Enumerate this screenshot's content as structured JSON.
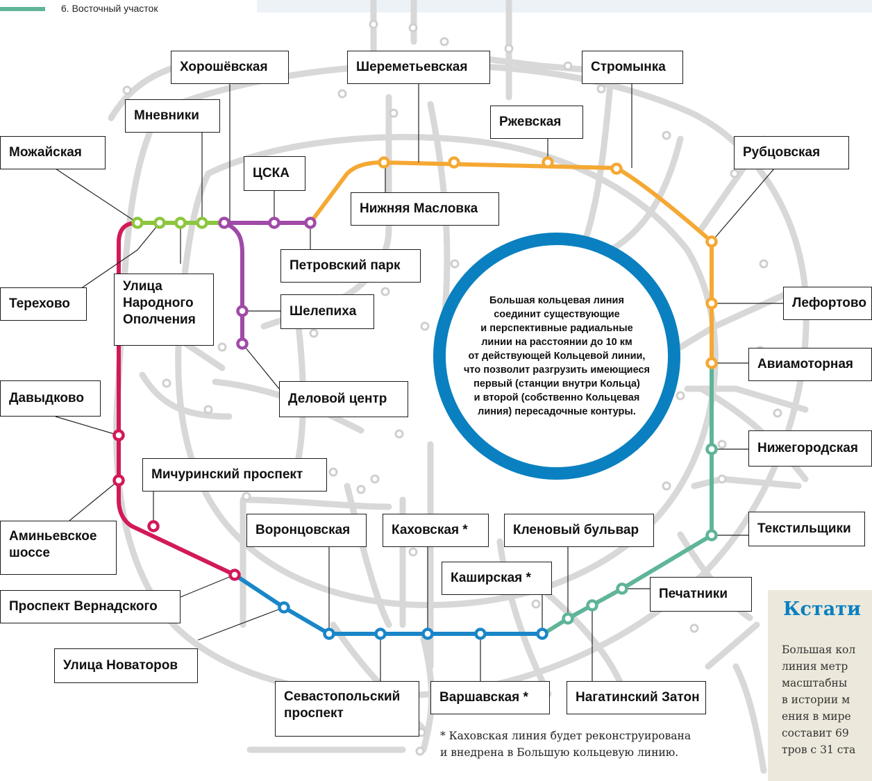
{
  "legend": {
    "text": "6. Восточный участок",
    "color": "#5fb49a"
  },
  "lines": [
    {
      "name": "line-green-segment",
      "color": "#8dc63f"
    },
    {
      "name": "line-purple-segment",
      "color": "#a04aa8"
    },
    {
      "name": "line-orange-segment",
      "color": "#f5a833"
    },
    {
      "name": "line-teal-segment",
      "color": "#5fb49a"
    },
    {
      "name": "line-blue-segment",
      "color": "#1a86c8"
    },
    {
      "name": "line-crimson-segment",
      "color": "#d2195a"
    }
  ],
  "stations": [
    "Можайская",
    "Хорошёвская",
    "Мневники",
    "Шереметьевская",
    "Стромынка",
    "Ржевская",
    "Рубцовская",
    "ЦСКА",
    "Нижняя Масловка",
    "Петровский парк",
    "Терехово",
    "Улица\nНародного\nОполчения",
    "Шелепиха",
    "Лефортово",
    "Авиамоторная",
    "Давыдково",
    "Деловой центр",
    "Нижегородская",
    "Мичуринский проспект",
    "Аминьевское\nшоссе",
    "Воронцовская",
    "Каховская *",
    "Кленовый бульвар",
    "Текстильщики",
    "Каширская *",
    "Печатники",
    "Проспект Вернадского",
    "Улица Новаторов",
    "Севастопольский\nпроспект",
    "Варшавская *",
    "Нагатинский Затон"
  ],
  "info_circle": {
    "text": "Большая кольцевая линия\nсоединит существующие\nи перспективные радиальные\nлинии на расстоянии до 10 км\nот действующей Кольцевой линии,\nчто позволит разгрузить имеющиеся\nпервый (станции внутри Кольца)\nи второй (собственно Кольцевая\nлиния) пересадочные контуры."
  },
  "footnote": "* Каховская линия будет реконструирована\nи внедрена в Большую кольцевую линию.",
  "kstati": {
    "title": "Кстати",
    "body": "Большая кол\nлиния метр\nмасштабны\nв истории м\nения в мире\nсоставит 69\nтров с 31 ста"
  }
}
